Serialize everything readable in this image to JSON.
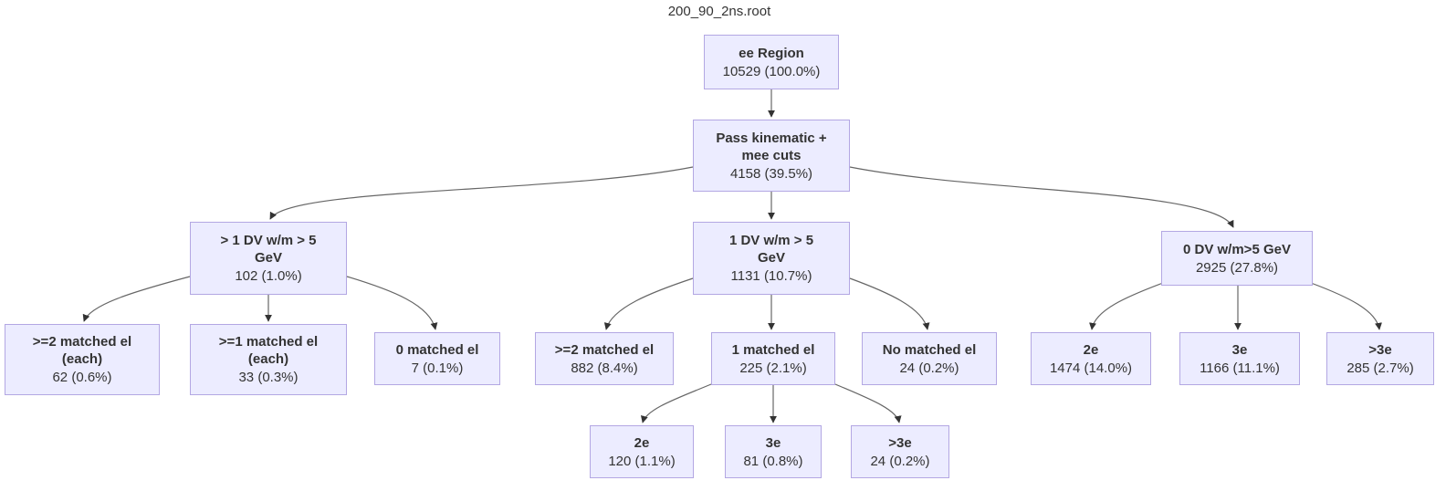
{
  "title": "200_90_2ns.root",
  "colors": {
    "node_fill": "#ECECFF",
    "node_border": "#b3a7e3",
    "edge_line": "#666666",
    "arrow_head": "#333333",
    "text": "#333333"
  },
  "nodes": [
    {
      "id": "ee-region",
      "title": "ee Region",
      "count": "10529 (100.0%)"
    },
    {
      "id": "pass-kinematic",
      "title": "Pass kinematic +\nmee cuts",
      "count": "4158 (39.5%)"
    },
    {
      "id": "gt1-dv",
      "title": "> 1 DV w/m > 5\nGeV",
      "count": "102 (1.0%)"
    },
    {
      "id": "one-dv",
      "title": "1 DV w/m > 5\nGeV",
      "count": "1131 (10.7%)"
    },
    {
      "id": "zero-dv",
      "title": "0 DV w/m>5 GeV",
      "count": "2925 (27.8%)"
    },
    {
      "id": "ge2-matched-each",
      "title": ">=2 matched el\n(each)",
      "count": "62 (0.6%)"
    },
    {
      "id": "ge1-matched-each",
      "title": ">=1 matched el\n(each)",
      "count": "33 (0.3%)"
    },
    {
      "id": "zero-matched",
      "title": "0 matched el",
      "count": "7 (0.1%)"
    },
    {
      "id": "ge2-matched",
      "title": ">=2 matched el",
      "count": "882 (8.4%)"
    },
    {
      "id": "one-matched",
      "title": "1 matched el",
      "count": "225 (2.1%)"
    },
    {
      "id": "no-matched",
      "title": "No matched el",
      "count": "24 (0.2%)"
    },
    {
      "id": "two-e",
      "title": "2e",
      "count": "1474 (14.0%)"
    },
    {
      "id": "three-e",
      "title": "3e",
      "count": "1166 (11.1%)"
    },
    {
      "id": "gt3-e",
      "title": ">3e",
      "count": "285 (2.7%)"
    },
    {
      "id": "two-e-sub",
      "title": "2e",
      "count": "120 (1.1%)"
    },
    {
      "id": "three-e-sub",
      "title": "3e",
      "count": "81 (0.8%)"
    },
    {
      "id": "gt3-e-sub",
      "title": ">3e",
      "count": "24 (0.2%)"
    }
  ],
  "edges": [
    {
      "from": "ee-region",
      "to": "pass-kinematic"
    },
    {
      "from": "pass-kinematic",
      "to": "gt1-dv"
    },
    {
      "from": "pass-kinematic",
      "to": "one-dv"
    },
    {
      "from": "pass-kinematic",
      "to": "zero-dv"
    },
    {
      "from": "gt1-dv",
      "to": "ge2-matched-each"
    },
    {
      "from": "gt1-dv",
      "to": "ge1-matched-each"
    },
    {
      "from": "gt1-dv",
      "to": "zero-matched"
    },
    {
      "from": "one-dv",
      "to": "ge2-matched"
    },
    {
      "from": "one-dv",
      "to": "one-matched"
    },
    {
      "from": "one-dv",
      "to": "no-matched"
    },
    {
      "from": "zero-dv",
      "to": "two-e"
    },
    {
      "from": "zero-dv",
      "to": "three-e"
    },
    {
      "from": "zero-dv",
      "to": "gt3-e"
    },
    {
      "from": "one-matched",
      "to": "two-e-sub"
    },
    {
      "from": "one-matched",
      "to": "three-e-sub"
    },
    {
      "from": "one-matched",
      "to": "gt3-e-sub"
    }
  ]
}
